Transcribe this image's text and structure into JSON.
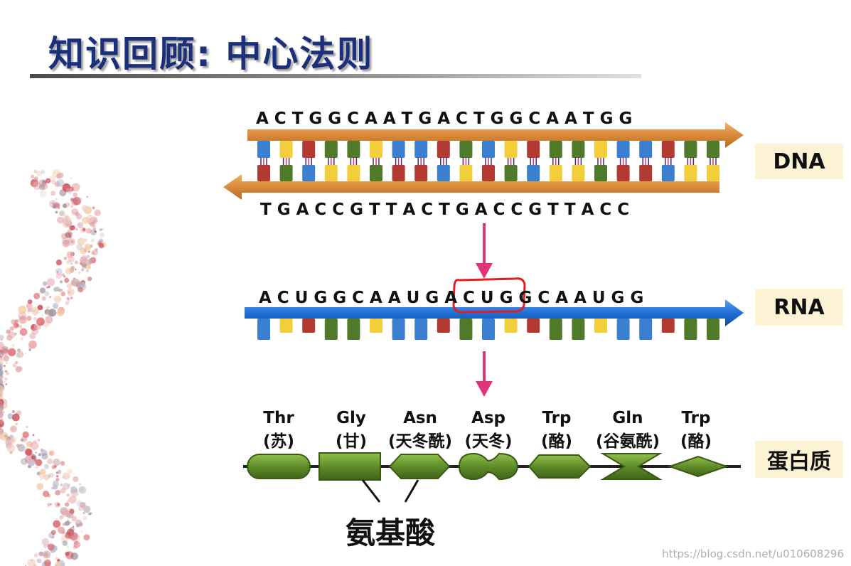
{
  "title": "知识回顾: 中心法则",
  "dna": {
    "label": "DNA",
    "top_strand": "A C T G G C A A T G A C T G G C A A T G G",
    "bottom_strand": "T G A C C G T T A C T G A C C G T T A C C"
  },
  "rna": {
    "label": "RNA",
    "sequence": "A C U G G C A A U G A C U G G C A A U G G"
  },
  "protein": {
    "label": "蛋白质",
    "amino_acids": [
      {
        "abbr": "Thr",
        "name": "(苏)"
      },
      {
        "abbr": "Gly",
        "name": "(甘)"
      },
      {
        "abbr": "Asn",
        "name": "(天冬酰)"
      },
      {
        "abbr": "Asp",
        "name": "(天冬)"
      },
      {
        "abbr": "Trp",
        "name": "(酪)"
      },
      {
        "abbr": "Gln",
        "name": "(谷氨酰)"
      },
      {
        "abbr": "Trp",
        "name": "(酪)"
      }
    ],
    "residue_label": "氨基酸"
  },
  "watermark": "https://blog.csdn.net/u010608296",
  "colors": {
    "title": "#1b2f7a",
    "dna_backbone": "#d98a3a",
    "rna_backbone": "#1f6fd6",
    "arrow": "#e0337a",
    "codon_box": "#e02020",
    "amino_acid": "#5f8c2a",
    "base_A": "#3a7fd0",
    "base_T": "#b33a30",
    "base_G": "#4e7a2a",
    "base_C": "#f2cf3a"
  }
}
